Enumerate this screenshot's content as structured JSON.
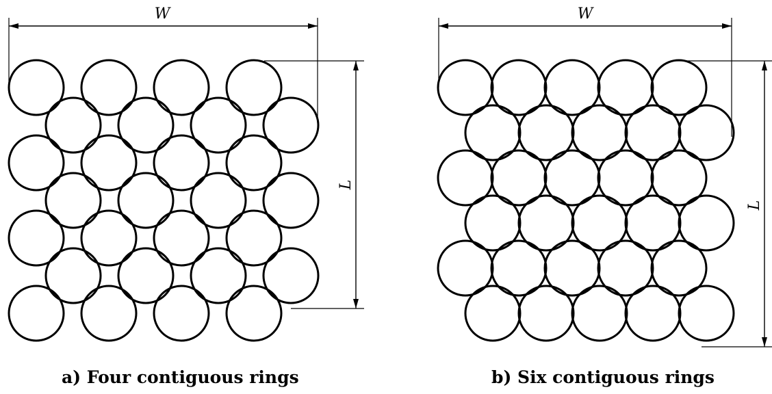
{
  "panels": [
    {
      "id": "a",
      "caption": "a) Four contiguous rings",
      "width_label": "W",
      "length_label": "L",
      "arrangement": "square",
      "row_counts": [
        4,
        4,
        4,
        4,
        4,
        4,
        4
      ],
      "offset_rows_start": "left"
    },
    {
      "id": "b",
      "caption": "b) Six contiguous rings",
      "width_label": "W",
      "length_label": "L",
      "arrangement": "hexagonal",
      "row_counts": [
        5,
        5,
        5,
        5,
        5,
        5
      ],
      "offset_rows_start": "left"
    }
  ],
  "colors": {
    "stroke": "#000000",
    "background": "#ffffff"
  }
}
